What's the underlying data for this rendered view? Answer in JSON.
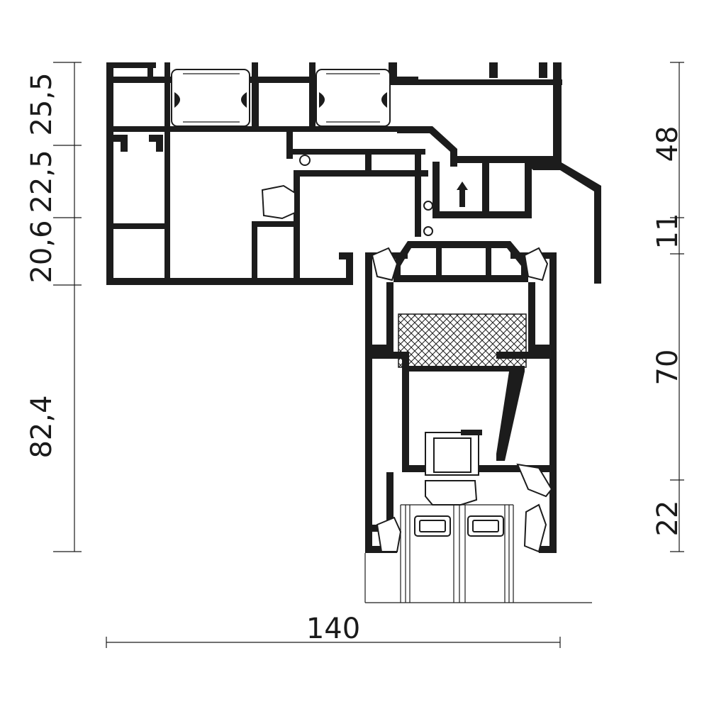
{
  "diagram": {
    "left_dimensions": [
      "25,5",
      "22,5",
      "20,6",
      "82,4"
    ],
    "right_dimensions": [
      "48",
      "11",
      "70",
      "22"
    ],
    "bottom_dimension": "140"
  }
}
